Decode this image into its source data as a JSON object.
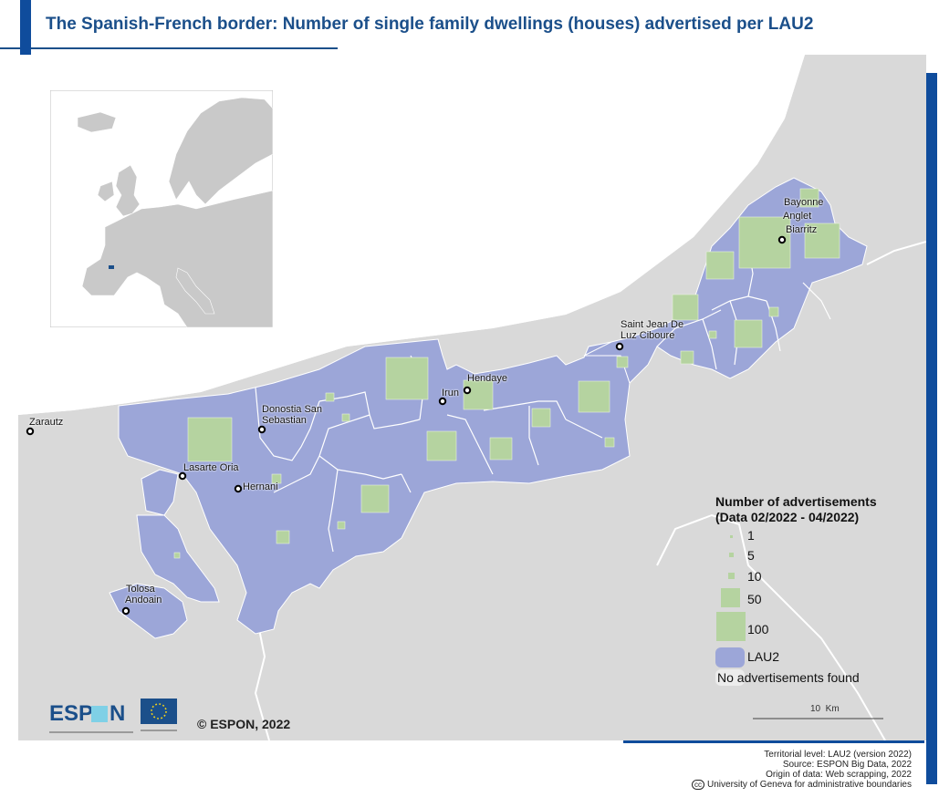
{
  "title": "The Spanish-French border: Number of single family dwellings (houses) advertised per LAU2",
  "places": {
    "bayonne": "Bayonne",
    "anglet": "Anglet",
    "biarritz": "Biarritz",
    "saint_jean": "Saint Jean De\nLuz Ciboure",
    "hendaye": "Hendaye",
    "irun": "Irun",
    "donostia": "Donostia San\nSebastian",
    "zarautz": "Zarautz",
    "lasarte": "Lasarte Oria",
    "hernani": "Hernani",
    "tolosa": "Tolosa",
    "andoain": "Andoain"
  },
  "legend": {
    "title_line1": "Number of advertisements",
    "title_line2": "(Data 02/2022 - 04/2022)",
    "items": [
      {
        "label": "1",
        "value": 1
      },
      {
        "label": "5",
        "value": 5
      },
      {
        "label": "10",
        "value": 10
      },
      {
        "label": "50",
        "value": 50
      },
      {
        "label": "100",
        "value": 100
      }
    ],
    "lau2_label": "LAU2",
    "none_label": "No advertisements found"
  },
  "scale_label": "10  Km",
  "copyright": "© ESPON, 2022",
  "logo": {
    "espon_text": "ESPON"
  },
  "footer": {
    "line1": "Territorial level: LAU2 (version 2022)",
    "line2": "Source: ESPON Big Data, 2022",
    "line3": "Origin of data: Web scrapping, 2022",
    "line4": "University of Geneva for administrative boundaries",
    "cc_mark": "cc"
  },
  "colors": {
    "lau2": "#9ca6d8",
    "symbol": "#b5d3a0",
    "land": "#d9d9d9",
    "accent": "#0f4c9c"
  }
}
